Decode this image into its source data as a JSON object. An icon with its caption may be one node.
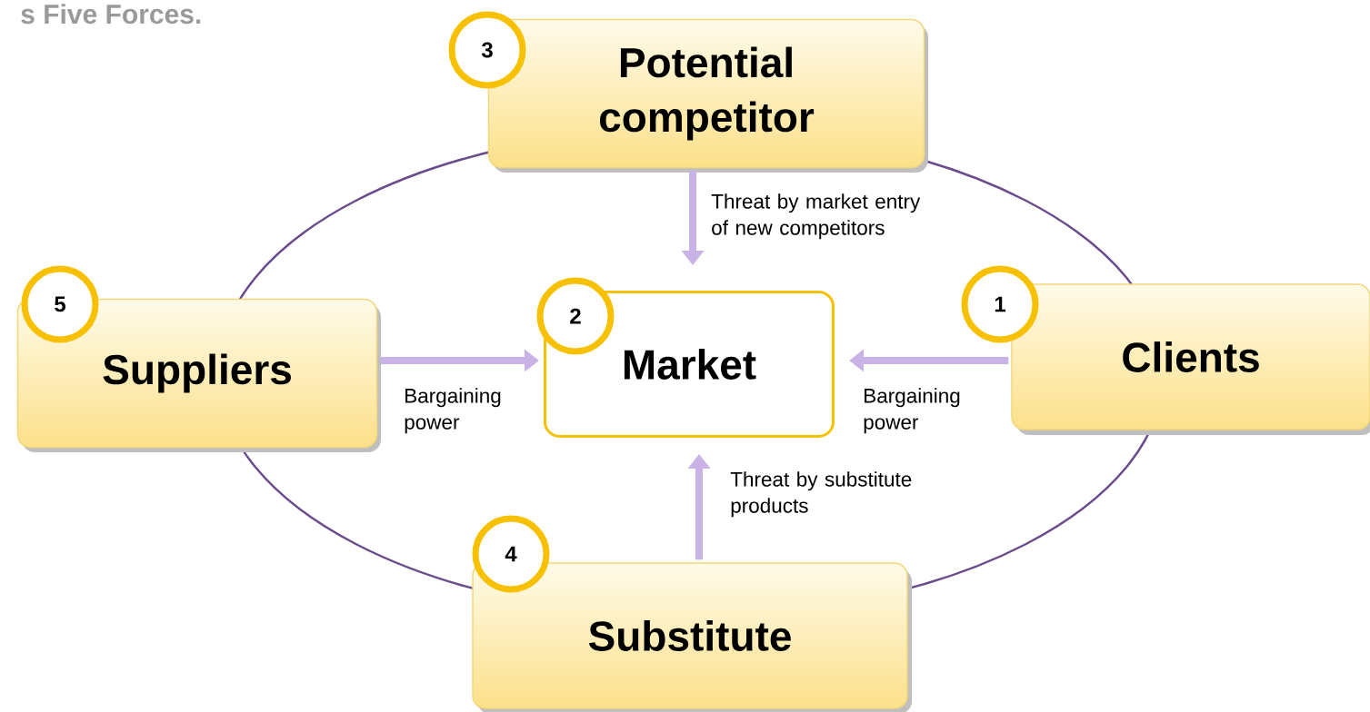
{
  "diagram": {
    "title": "s Five Forces.",
    "nodes": [
      {
        "text": [
          "3"
        ]
      },
      {
        "text": [
          "Potential competitor"
        ]
      },
      {
        "text": [
          "5"
        ]
      },
      {
        "text": [
          "Suppliers"
        ]
      },
      {
        "text": [
          "2"
        ]
      },
      {
        "text": [
          "Market"
        ]
      },
      {
        "text": [
          "1"
        ]
      },
      {
        "text": [
          "Clients"
        ]
      },
      {
        "text": [
          "4"
        ]
      },
      {
        "text": [
          "Substitute"
        ]
      }
    ],
    "edges": [
      {
        "from": 1,
        "to": 5,
        "arrow": "to",
        "label": "Threat by market entry of new competitors"
      },
      {
        "from": 3,
        "to": 5,
        "arrow": "to",
        "label": "Bargaining power"
      },
      {
        "from": 7,
        "to": 5,
        "arrow": "to",
        "label": "Bargaining power"
      },
      {
        "from": 9,
        "to": 5,
        "arrow": "to",
        "label": "Threat by substitute products"
      }
    ]
  }
}
